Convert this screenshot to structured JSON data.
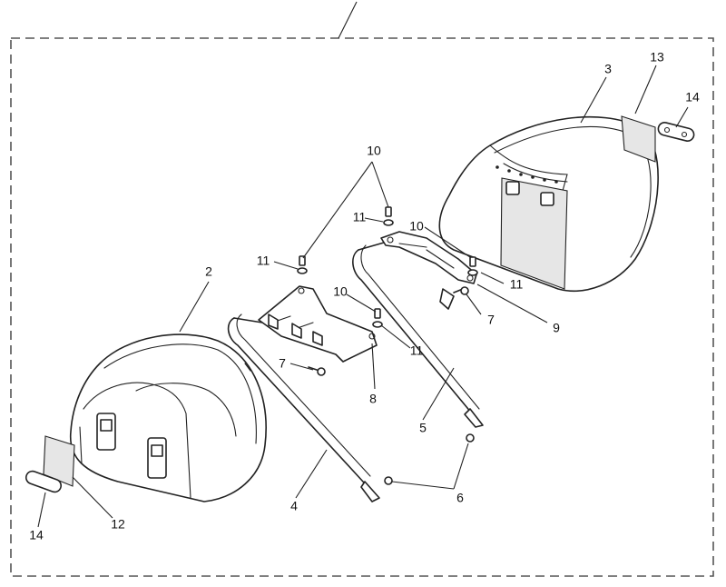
{
  "callouts": {
    "c2": "2",
    "c3": "3",
    "c4": "4",
    "c5": "5",
    "c6": "6",
    "c7a": "7",
    "c7b": "7",
    "c8": "8",
    "c9": "9",
    "c10a": "10",
    "c10b": "10",
    "c10c": "10",
    "c11a": "11",
    "c11b": "11",
    "c11c": "11",
    "c11d": "11",
    "c12": "12",
    "c13": "13",
    "c14a": "14",
    "c14b": "14"
  },
  "colors": {
    "line": "#222222",
    "frame": "#555555",
    "background": "#ffffff"
  }
}
